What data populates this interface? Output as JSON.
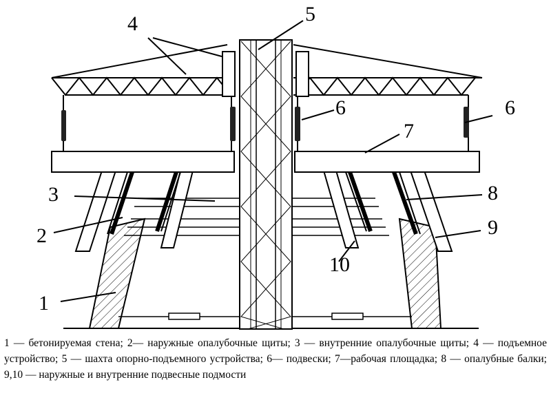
{
  "labels": {
    "n1": "1",
    "n2": "2",
    "n3": "3",
    "n4": "4",
    "n5": "5",
    "n6a": "6",
    "n6b": "6",
    "n7": "7",
    "n8": "8",
    "n9": "9",
    "n10": "10"
  },
  "caption": "1 — бетонируемая стена; 2— наружные опалубочные щиты; 3 — внутренние опалубочные щиты; 4 — подъемное устройство; 5 — шахта опорно-подъемного устройства; 6— подвески; 7—рабочая площадка; 8 — опалубные балки; 9,10 — наружные и внутренние подвесные подмости"
}
